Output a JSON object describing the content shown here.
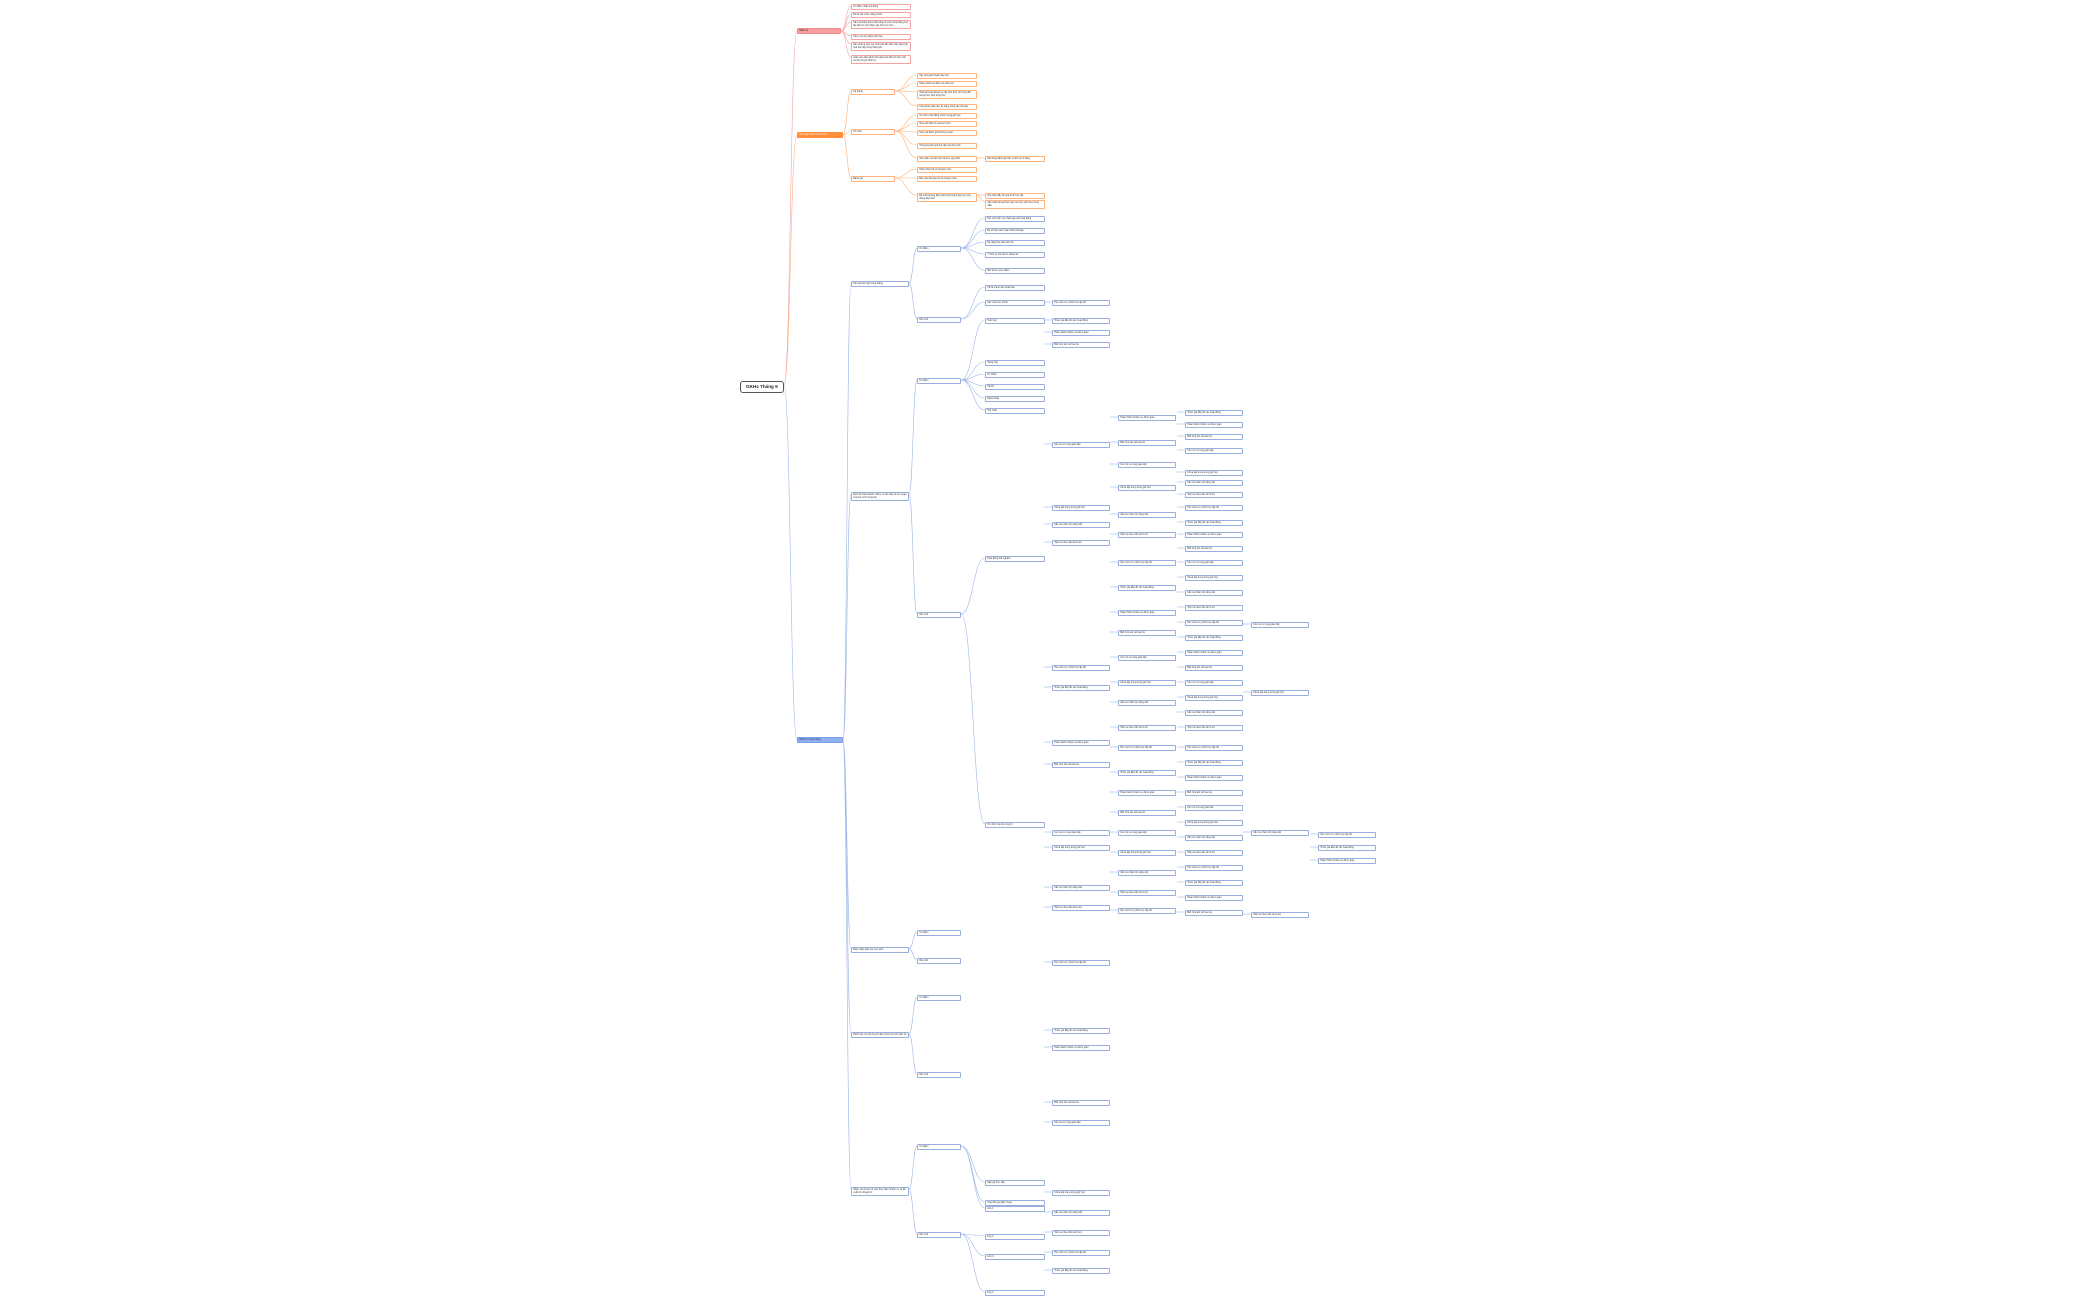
{
  "root": "GKHs Tháng 9",
  "branches": [
    {
      "label": "Nhắc lại",
      "color": "#f8a0a0"
    },
    {
      "label": "Chương trình Tổ chức học",
      "color": "#ff8e3a"
    },
    {
      "label": "Phân tích hoạt động",
      "color": "#8fb1ee"
    }
  ],
  "red_items": [
    "Ưu điểm nhận xét đúng",
    "Mô tả các chức năng chính",
    "Cần cải thiện thêm khả năng tổ chức hoạt động học tập để học sinh tham gia tích cực hơn",
    "Chú ý rèn kỹ năng trình bày",
    "Nêu những việc học sinh cần làm để hoàn thiện kết quả học tập trong tháng tới",
    "Giáo viên cần dành thời gian trao đổi với học sinh và phụ huynh định kỳ"
  ],
  "orange_labels": [
    "Cả tháng",
    "Tổ chức",
    "Đánh giá"
  ],
  "orange_items": [
    "Xây dựng kế hoạch dạy học",
    "Hoàn thành sổ điểm và nhận xét",
    "Thiết kế hoạt động học tập phù hợp với từng đối tượng học sinh trong lớp",
    "Lồng ghép giáo dục kỹ năng sống vào bài dạy",
    "Tổ chức hoạt động nhóm trong giờ học",
    "Theo dõi tiến bộ của học sinh",
    "Kiểm tra đánh giá thường xuyên",
    "Tổng hợp kết quả học tập của học sinh",
    "Ghi nhận xét vào học bạ theo quy định",
    "Hoàn thiện hồ sơ chuyên môn",
    "Báo cáo kết quả với tổ chuyên môn",
    "Đề xuất hướng điều chỉnh kế hoạch dạy học cho tháng tiếp theo"
  ],
  "orange_subitems": [
    "Nội dung đánh giá cần cụ thể và rõ ràng",
    "Ghi chép đầy đủ quá trình học tập",
    "Cập nhật kết quả học tập của học sinh theo từng tuần"
  ],
  "blue_l2": [
    "Kết quả học tập trong tháng",
    "Mức độ hoàn thành nhiệm vụ học tập và rèn luyện của học sinh trong lớp",
    "Biện pháp giáo dục học sinh",
    "Phối hợp với phụ huynh để hỗ trợ học sinh tiến bộ",
    "Nhận xét chung về việc thực hiện nhiệm vụ và đề xuất cho tháng tới"
  ],
  "blue_l3": [
    "Ưu điểm",
    "Hạn chế",
    "Ưu điểm",
    "Hạn chế",
    "Ưu điểm",
    "Hạn chế",
    "Ưu điểm",
    "Hạn chế",
    "Ưu điểm",
    "Hạn chế"
  ],
  "blue_l4": [
    "Học sinh tích cực tham gia các hoạt động",
    "Đa số học sinh hoàn thành bài tập",
    "Kỹ năng đọc hiểu tiến bộ",
    "Ý thức tự học được nâng cao",
    "Một số em còn chậm",
    "Chưa mạnh dạn phát biểu",
    "Các môn học chính",
    "Toán học",
    "Tiếng Việt",
    "Tự nhiên",
    "Xã hội",
    "Nghệ thuật",
    "Thể chất",
    "Hoạt động trải nghiệm",
    "Tổ chức họp phụ huynh",
    "Gặp gỡ trực tiếp",
    "Trao đổi qua điện thoại",
    "Lớp 1",
    "Lớp 2",
    "Lớp 3",
    "Lớp 4"
  ],
  "blue_l5_sample": [
    "Học sinh có ý thức học tập tốt",
    "Tham gia đầy đủ các hoạt động",
    "Hoàn thành nhiệm vụ được giao",
    "Biết hợp tác với bạn bè",
    "Còn rụt rè trong giao tiếp",
    "Chưa tập trung trong giờ học",
    "Cần rèn thêm kỹ năng viết",
    "Tiếp tục theo dõi và hỗ trợ"
  ]
}
